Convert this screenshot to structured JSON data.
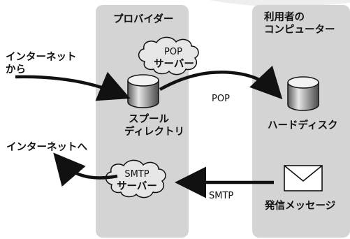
{
  "columns": {
    "provider": "プロバイダー",
    "user_line1": "利用者の",
    "user_line2": "コンピューター"
  },
  "internet_in": {
    "line1": "インターネット",
    "line2": "から"
  },
  "internet_out": "インターネットへ",
  "pop_server": {
    "line1": "POP",
    "line2": "サーバー"
  },
  "spool": {
    "line1": "スプール",
    "line2": "ディレクトリ"
  },
  "pop_arrow_label": "POP",
  "hard_disk": "ハードディスク",
  "smtp_server": {
    "line1": "SMTP",
    "line2": "サーバー"
  },
  "smtp_arrow_label": "SMTP",
  "outgoing": "発信メッセージ",
  "colors": {
    "column_fill": "#d4d4d4",
    "cloud_fill": "#e6e6e6",
    "ink": "#111111"
  }
}
